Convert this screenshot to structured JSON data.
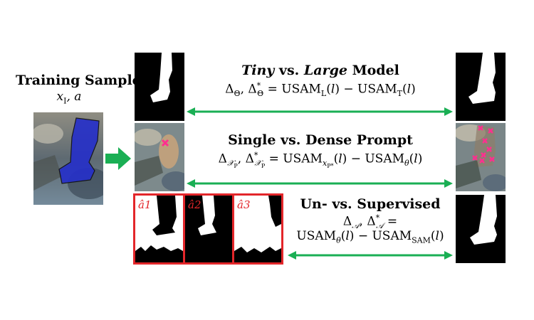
{
  "left": {
    "title": "Training Sample",
    "subtitle": "x_I, a"
  },
  "rows": [
    {
      "title_pre": "Tiny",
      "title_mid": " vs. ",
      "title_em": "Large",
      "title_post": " Model",
      "formula": "Δ_Θ, Δ*_Θ = USAM_L(l) − USAM_T(l)"
    },
    {
      "title": "Single vs. Dense Prompt",
      "formula": "Δ_{X_P}, Δ*_{X_P} = USAM_{x_P*}(l) − USAM_θ(l)"
    },
    {
      "title": "Un- vs. Supervised",
      "formula_line1": "Δ_A, Δ*_A =",
      "formula_line2": "USAM_θ(l) − USAM_SAM(l)"
    }
  ],
  "labels": {
    "a1": "â1",
    "a2": "â2",
    "a3": "â3"
  },
  "colors": {
    "arrow_green": "#1aaf54",
    "highlight_red": "#e3262a",
    "marker_pink": "#ff2f8f",
    "mask_blue": "#2630c8"
  }
}
